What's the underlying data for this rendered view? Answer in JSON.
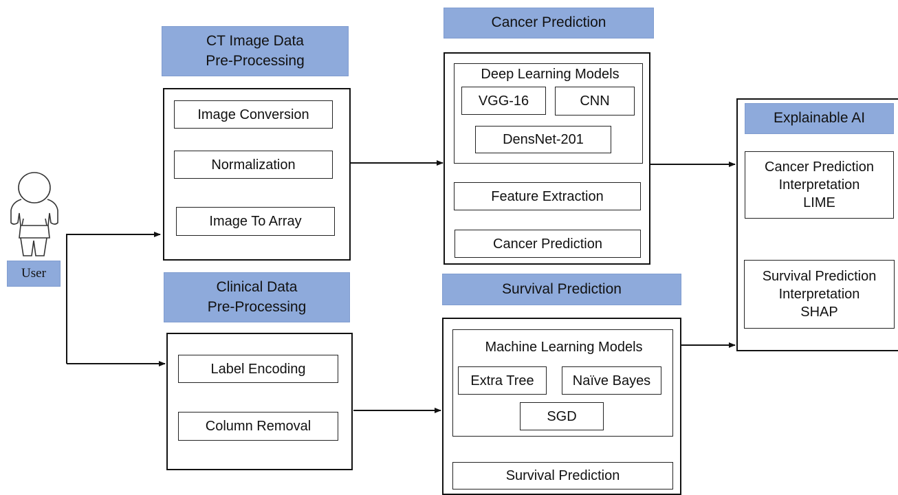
{
  "user": {
    "label": "User"
  },
  "ct_preprocessing": {
    "title": "CT Image Data\nPre-Processing",
    "steps": [
      "Image Conversion",
      "Normalization",
      "Image To Array"
    ]
  },
  "clinical_preprocessing": {
    "title": "Clinical Data\nPre-Processing",
    "steps": [
      "Label Encoding",
      "Column Removal"
    ]
  },
  "cancer_prediction": {
    "title": "Cancer Prediction",
    "models_title": "Deep Learning Models",
    "models": [
      "VGG-16",
      "CNN",
      "DensNet-201"
    ],
    "steps": [
      "Feature Extraction",
      "Cancer Prediction"
    ]
  },
  "survival_prediction": {
    "title": "Survival Prediction",
    "models_title": "Machine Learning Models",
    "models": [
      "Extra Tree",
      "Naïve Bayes",
      "SGD"
    ],
    "steps": [
      "Survival Prediction"
    ]
  },
  "explainable_ai": {
    "title": "Explainable AI",
    "items": [
      "Cancer Prediction\nInterpretation\nLIME",
      "Survival Prediction\nInterpretation\nSHAP"
    ]
  }
}
